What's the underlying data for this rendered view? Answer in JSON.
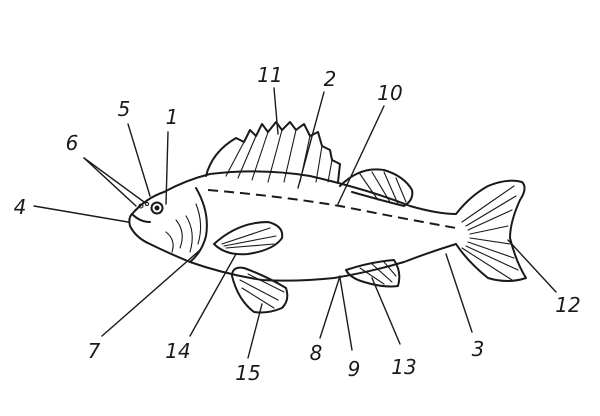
{
  "diagram": {
    "labels": [
      {
        "id": "1",
        "text": "1"
      },
      {
        "id": "2",
        "text": "2"
      },
      {
        "id": "3",
        "text": "3"
      },
      {
        "id": "4",
        "text": "4"
      },
      {
        "id": "5",
        "text": "5"
      },
      {
        "id": "6",
        "text": "6"
      },
      {
        "id": "7",
        "text": "7"
      },
      {
        "id": "8",
        "text": "8"
      },
      {
        "id": "9",
        "text": "9"
      },
      {
        "id": "10",
        "text": "10"
      },
      {
        "id": "11",
        "text": "11"
      },
      {
        "id": "12",
        "text": "12"
      },
      {
        "id": "13",
        "text": "13"
      },
      {
        "id": "14",
        "text": "14"
      },
      {
        "id": "15",
        "text": "15"
      }
    ],
    "colors": {
      "ink": "#1a1a1a",
      "background": "#ffffff"
    }
  }
}
